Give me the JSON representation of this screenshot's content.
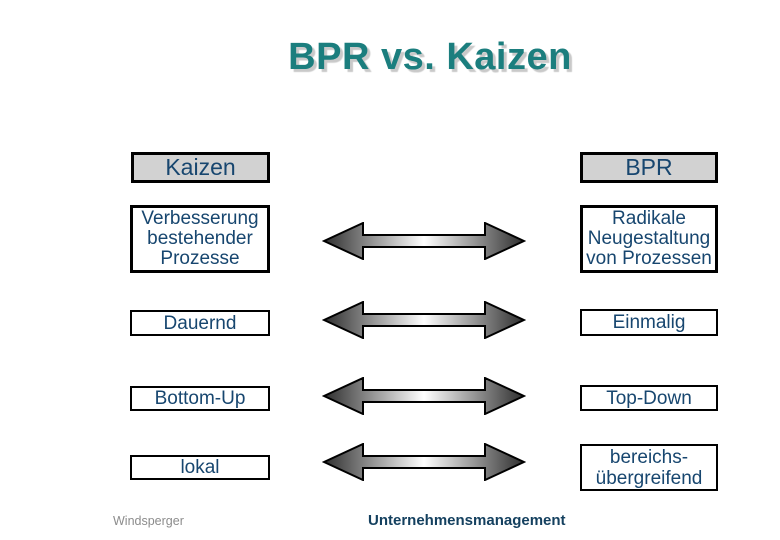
{
  "slide": {
    "title": "BPR vs. Kaizen",
    "left_header": "Kaizen",
    "right_header": "BPR",
    "rows": [
      {
        "left": "Verbesserung bestehender Prozesse",
        "right": "Radikale Neugestaltung von Prozessen"
      },
      {
        "left": "Dauernd",
        "right": "Einmalig"
      },
      {
        "left": "Bottom-Up",
        "right": "Top-Down"
      },
      {
        "left": "lokal",
        "right": "bereichs-übergreifend"
      }
    ],
    "footer": {
      "author": "Windsperger",
      "course": "Unternehmensmanagement"
    },
    "colors": {
      "title_text": "#1B7E7E",
      "title_shadow": "#C9C9C9",
      "box_text": "#17466F",
      "header_fill": "#D2D2D2",
      "row_fill": "#FFFFFF",
      "box_border": "#000000",
      "arrow_edge": "#2E2E2E",
      "arrow_center": "#FFFFFF",
      "arrow_outline": "#000000",
      "footer_author_text": "#8C8C8C",
      "footer_course_text": "#14405F"
    }
  }
}
